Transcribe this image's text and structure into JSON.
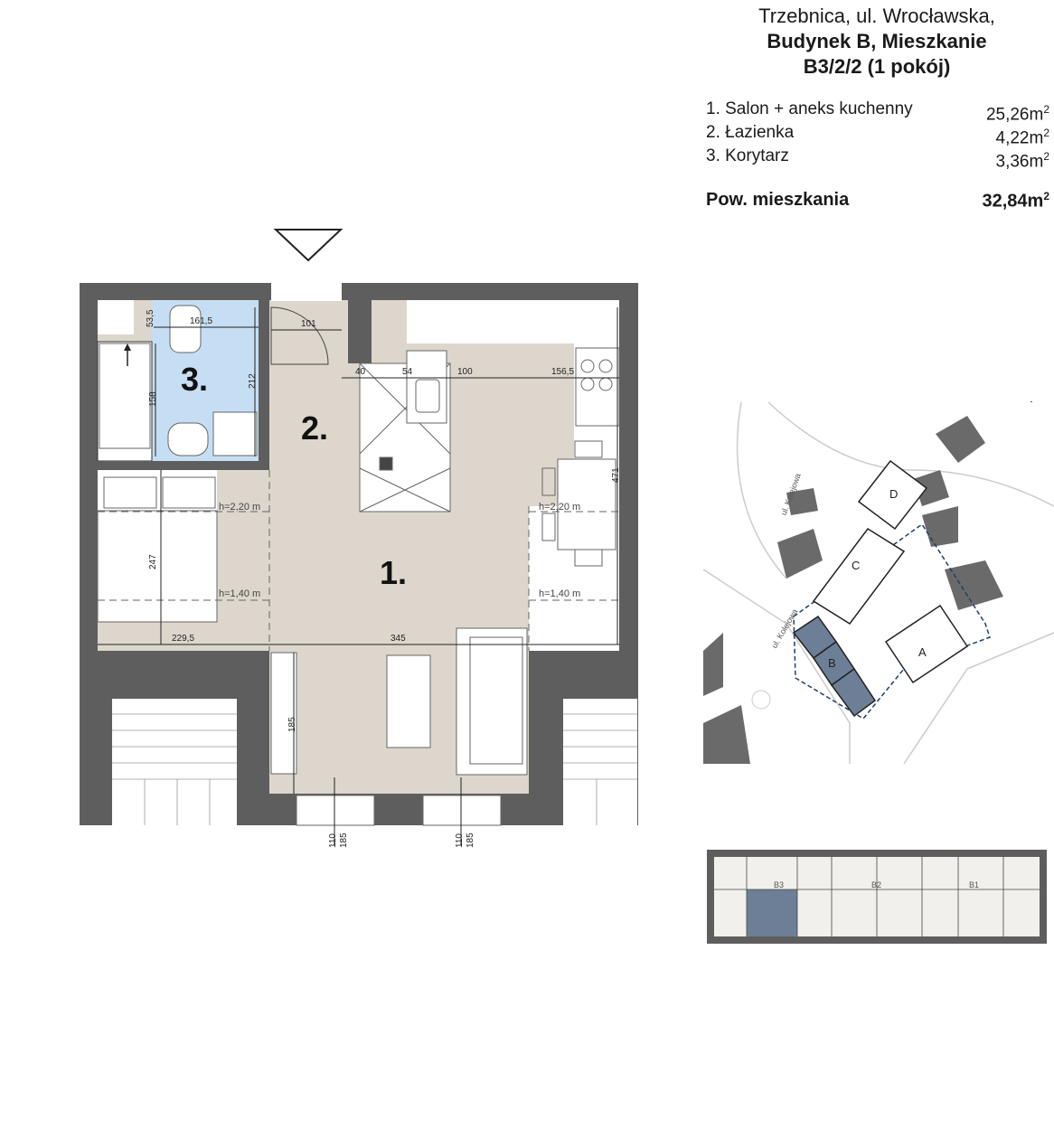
{
  "header": {
    "line1": "Trzebnica, ul. Wrocławska,",
    "line2": "Budynek B, Mieszkanie",
    "line3": "B3/2/2 (1 pokój)"
  },
  "rooms": [
    {
      "name": "1. Salon + aneks kuchenny",
      "area": "25,26m",
      "unit_sup": "2"
    },
    {
      "name": "2. Łazienka",
      "area": "4,22m",
      "unit_sup": "2"
    },
    {
      "name": "3. Korytarz",
      "area": "3,36m",
      "unit_sup": "2"
    }
  ],
  "total": {
    "label": "Pow. mieszkania",
    "value": "32,84m",
    "unit_sup": "2"
  },
  "plan": {
    "room_numbers": [
      "1.",
      "2.",
      "3."
    ],
    "dimensions": {
      "d161_5": "161,5",
      "d53_5": "53,5",
      "d101": "101",
      "d212": "212",
      "d158": "158",
      "d40": "40",
      "d54": "54",
      "d100": "100",
      "d156_5": "156,5",
      "d471": "471",
      "d247": "247",
      "d229_5": "229,5",
      "d345": "345",
      "d185": "185",
      "win1_a": "110",
      "win1_b": "185",
      "win2_a": "110",
      "win2_b": "185"
    },
    "heights": {
      "left_top": "h=2,20  m",
      "left_bottom": "h=1,40  m",
      "right_top": "h=2,20  m",
      "right_bottom": "h=1,40  m"
    }
  },
  "site_map": {
    "buildings": [
      "A",
      "B",
      "C",
      "D"
    ],
    "streets": [
      "ul. Kolejowa",
      "ul. Kolejowa"
    ],
    "highlight_color": "#6d7f96"
  },
  "floor_strip": {
    "labels": [
      "B3",
      "B2",
      "B1"
    ],
    "highlight_color": "#6d7f96"
  },
  "colors": {
    "wall": "#5e5e5e",
    "floor": "#dcd6cc",
    "bathroom": "#c6def3",
    "accent": "#1f3f6a"
  }
}
